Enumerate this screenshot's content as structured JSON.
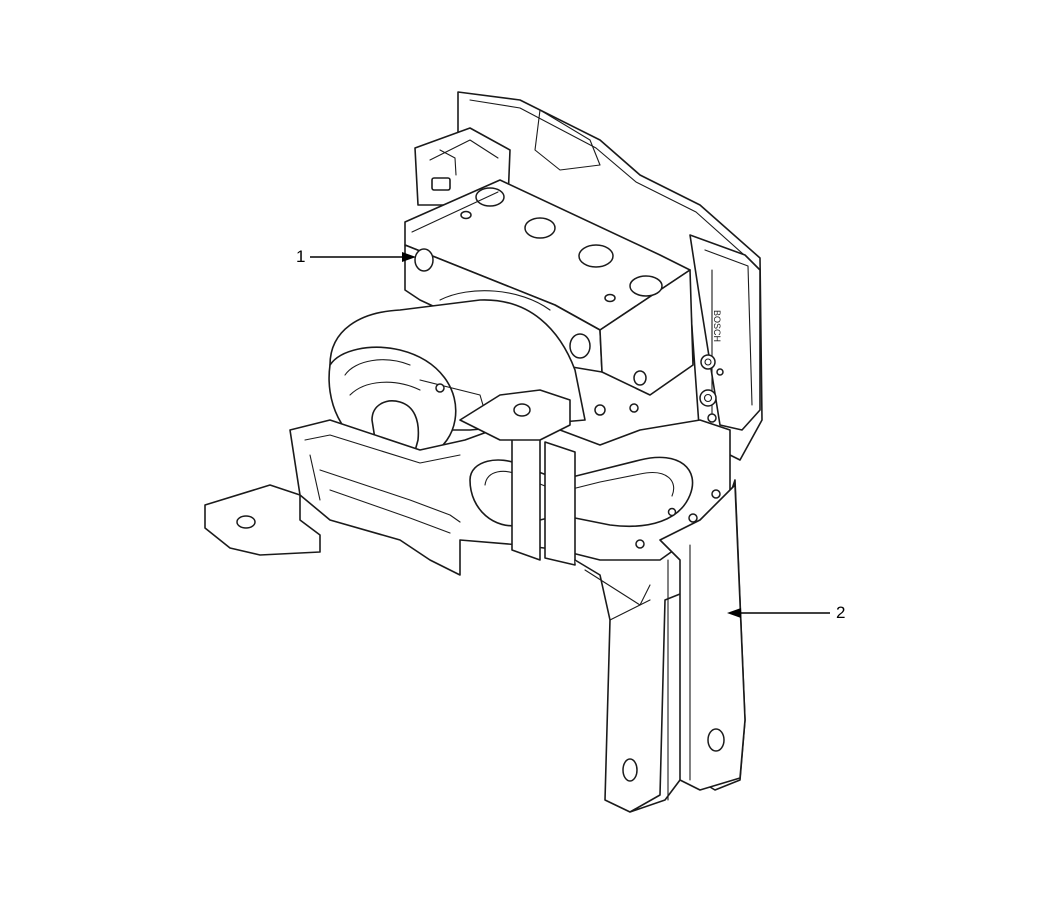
{
  "callouts": [
    {
      "label": "1"
    },
    {
      "label": "2"
    }
  ],
  "module_marking": "BOSCH",
  "colors": {
    "line": "#1a1a1a",
    "background": "#ffffff"
  }
}
